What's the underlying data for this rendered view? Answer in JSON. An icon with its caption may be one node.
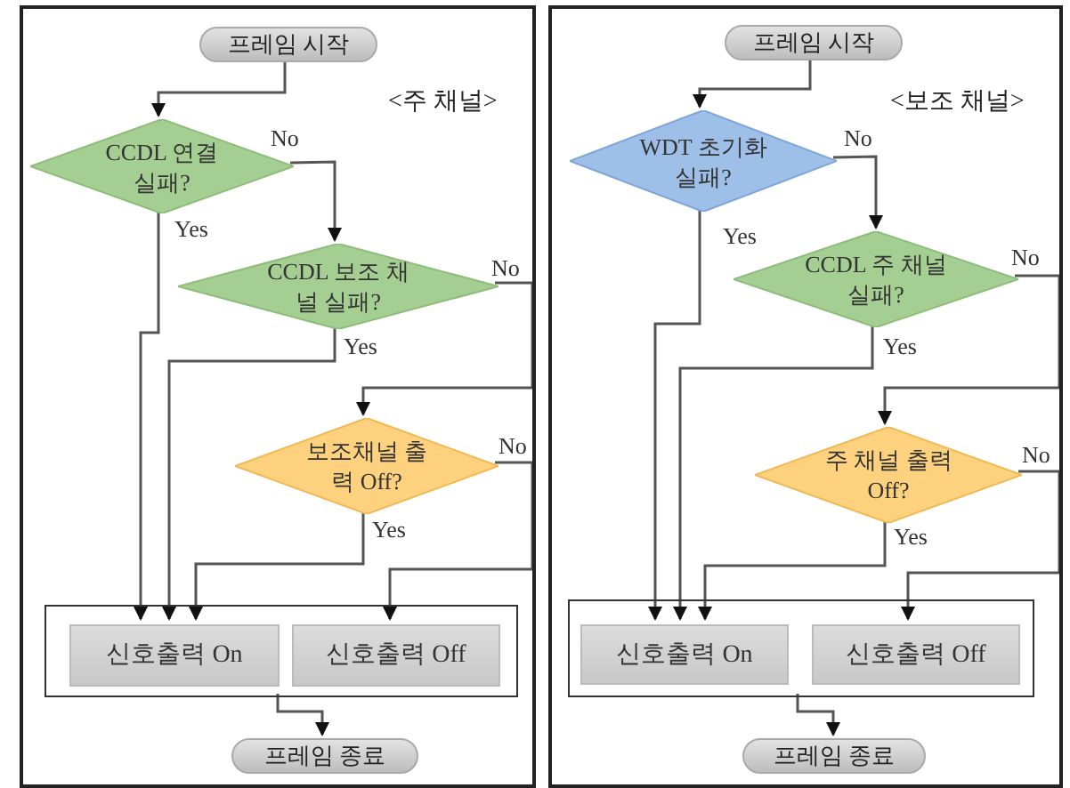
{
  "diagram": {
    "nodes": [
      {
        "text": [
          "<주 채널>"
        ]
      },
      {
        "text": [
          "프레임 시작"
        ],
        "in": 0
      },
      {
        "text": [
          "CCDL 연결실패?"
        ],
        "in": 0
      },
      {
        "text": [
          "CCDL 보조 채널 실패?"
        ],
        "in": 0
      },
      {
        "text": [
          "보조채널 출력 Off?"
        ],
        "in": 0
      },
      {
        "text": [],
        "shape": "box",
        "in": 0
      },
      {
        "text": [
          "신호출력 On"
        ],
        "in": 5
      },
      {
        "text": [
          "신호출력 Off"
        ],
        "in": 5
      },
      {
        "text": [
          "프레임 종료"
        ],
        "in": 0
      },
      {
        "text": [
          "<보조 채널>"
        ]
      },
      {
        "text": [
          "프레임 시작"
        ],
        "in": 9
      },
      {
        "text": [
          "WDT 초기화 실패?"
        ],
        "in": 9
      },
      {
        "text": [
          "CCDL 주 채널 실패?"
        ],
        "in": 9
      },
      {
        "text": [
          "주 채널 출력 Off?"
        ],
        "in": 9
      },
      {
        "text": [],
        "shape": "box",
        "in": 9
      },
      {
        "text": [
          "신호출력 On"
        ],
        "in": 14
      },
      {
        "text": [
          "신호출력 Off"
        ],
        "in": 14
      },
      {
        "text": [
          "프레임 종료"
        ],
        "in": 9
      }
    ],
    "edges": [
      {
        "from": 1,
        "to": 2,
        "arrow": "to"
      },
      {
        "from": 2,
        "to": 3,
        "arrow": "to",
        "label": "No"
      },
      {
        "from": 2,
        "to": 6,
        "arrow": "to",
        "label": "Yes"
      },
      {
        "from": 3,
        "to": 6,
        "arrow": "to",
        "label": "Yes"
      },
      {
        "from": 3,
        "to": 4,
        "arrow": "to",
        "label": "No"
      },
      {
        "from": 4,
        "to": 6,
        "arrow": "to",
        "label": "Yes"
      },
      {
        "from": 4,
        "to": 7,
        "arrow": "to",
        "label": "No"
      },
      {
        "from": 5,
        "to": 8,
        "arrow": "to"
      },
      {
        "from": 10,
        "to": 11,
        "arrow": "to"
      },
      {
        "from": 11,
        "to": 12,
        "arrow": "to",
        "label": "No"
      },
      {
        "from": 11,
        "to": 15,
        "arrow": "to",
        "label": "Yes"
      },
      {
        "from": 12,
        "to": 13,
        "arrow": "to",
        "label": "No"
      },
      {
        "from": 12,
        "to": 15,
        "arrow": "to",
        "label": "Yes"
      },
      {
        "from": 13,
        "to": 15,
        "arrow": "to",
        "label": "Yes"
      },
      {
        "from": 13,
        "to": 16,
        "arrow": "to",
        "label": "No"
      },
      {
        "from": 14,
        "to": 17,
        "arrow": "to"
      }
    ]
  }
}
